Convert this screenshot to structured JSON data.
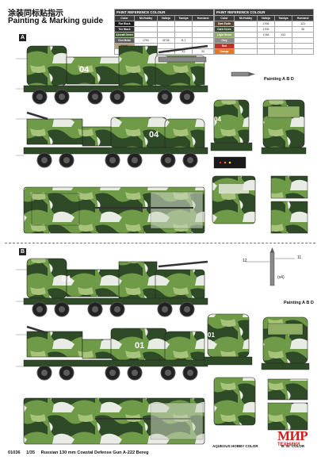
{
  "header": {
    "title_cn": "涂装同标贴指示",
    "title_en": "Painting & Marking guide"
  },
  "paint_table_left": {
    "title": "PAINT REFERENCE COLOUR",
    "columns": [
      "Color",
      "Mr.Hobby",
      "Vallejo",
      "Tamiya",
      "Humbrol"
    ],
    "rows": [
      {
        "color": "Flat Black",
        "code": "",
        "mrhobby": "",
        "vallejo": "",
        "tamiya": "",
        "humbrol": "",
        "hex": "#1a1a1a"
      },
      {
        "color": "Tire Black",
        "code": "",
        "mrhobby": "",
        "vallejo": "",
        "tamiya": "",
        "humbrol": "",
        "hex": "#2e2e2e"
      },
      {
        "color": "Aircraft Green",
        "code": "",
        "mrhobby": "",
        "vallejo": "",
        "tamiya": "",
        "humbrol": "",
        "hex": "#3d5a2e"
      },
      {
        "color": "Gun Metal",
        "code": "",
        "mrhobby": "1791",
        "vallejo": "XF26",
        "tamiya": "H-7",
        "humbrol": "",
        "hex": "#5c5c5c"
      },
      {
        "color": "Khaki",
        "code": "",
        "mrhobby": "",
        "vallejo": "",
        "tamiya": "",
        "humbrol": "",
        "hex": "#b7a77a"
      },
      {
        "color": "",
        "code": "",
        "mrhobby": "",
        "vallejo": "1791",
        "tamiya": "X2",
        "humbrol": "22",
        "hex": "#ffffff"
      }
    ]
  },
  "paint_table_right": {
    "title": "PAINT REFERENCE COLOUR",
    "columns": [
      "Color",
      "Mr.Hobby",
      "Vallejo",
      "Tamiya",
      "Humbrol"
    ],
    "rows": [
      {
        "color": "Dark Earth",
        "mrhobby": "",
        "vallejo": "1706",
        "tamiya": "",
        "humbrol": "121",
        "hex": "#5a4632"
      },
      {
        "color": "Dark Green",
        "mrhobby": "",
        "vallejo": "1705",
        "tamiya": "",
        "humbrol": "30",
        "hex": "#2f4a2a"
      },
      {
        "color": "Light Green",
        "mrhobby": "",
        "vallejo": "1748",
        "tamiya": "X11",
        "humbrol": "",
        "hex": "#8fae63"
      },
      {
        "color": "Grey",
        "mrhobby": "",
        "vallejo": "",
        "tamiya": "",
        "humbrol": "",
        "hex": "#8a8a8a"
      },
      {
        "color": "Red",
        "mrhobby": "",
        "vallejo": "",
        "tamiya": "",
        "humbrol": "",
        "hex": "#c0302a"
      },
      {
        "color": "Orange",
        "mrhobby": "",
        "vallejo": "",
        "tamiya": "",
        "humbrol": "",
        "hex": "#e07a23"
      }
    ]
  },
  "sections": [
    {
      "label": "A",
      "number": "04"
    },
    {
      "label": "B",
      "number": "01"
    }
  ],
  "painting_note": "Painting A B D",
  "painting_note_b": "Painting A B D",
  "qty": "(x4)",
  "small_numbers": [
    "12",
    "11"
  ],
  "footer": {
    "code": "01036",
    "scale": "1/35",
    "name": "Russian 130 mm Coastal Defense Gun A-222 Bereg"
  },
  "legend": {
    "aqueous": "AQUEOUS HOBBY COLOR",
    "bw": "B: W: COLOR"
  },
  "watermark": {
    "text": "МИР",
    "sub": "ТЕХНИКИ"
  },
  "colors": {
    "camo_light": "#9fbf6f",
    "camo_mid": "#5f8a3f",
    "camo_dark": "#2e4a26",
    "camo_white": "#e9ece4"
  }
}
